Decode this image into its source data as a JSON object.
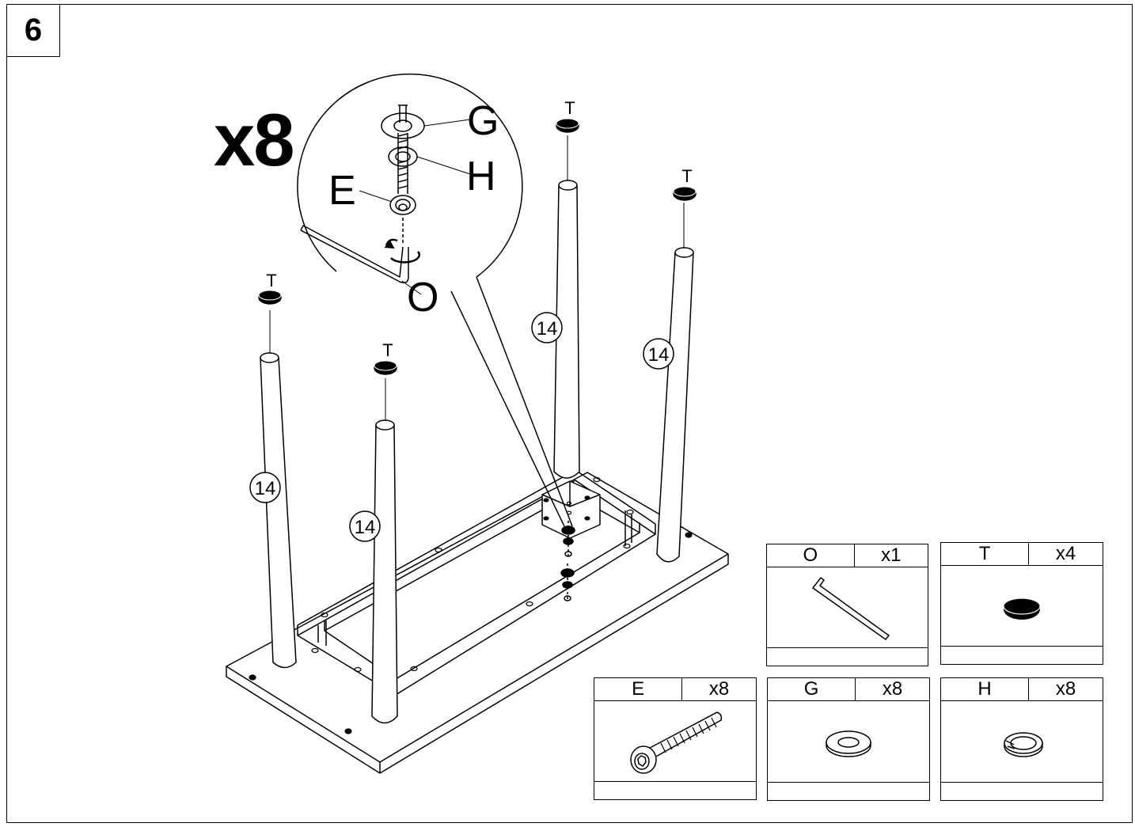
{
  "step": {
    "number": "6",
    "quantity": "x8"
  },
  "callout_labels": {
    "washer": "G",
    "lock_washer": "H",
    "bolt": "E",
    "key": "O"
  },
  "foot_pad_label": "T",
  "leg_number": "14",
  "parts": [
    {
      "code": "O",
      "count": "x1",
      "icon": "allen-key-icon"
    },
    {
      "code": "T",
      "count": "x4",
      "icon": "felt-pad-icon"
    },
    {
      "code": "E",
      "count": "x8",
      "icon": "bolt-icon"
    },
    {
      "code": "G",
      "count": "x8",
      "icon": "flat-washer-icon"
    },
    {
      "code": "H",
      "count": "x8",
      "icon": "spring-washer-icon"
    }
  ],
  "colors": {
    "line": "#000000",
    "background": "#ffffff"
  }
}
